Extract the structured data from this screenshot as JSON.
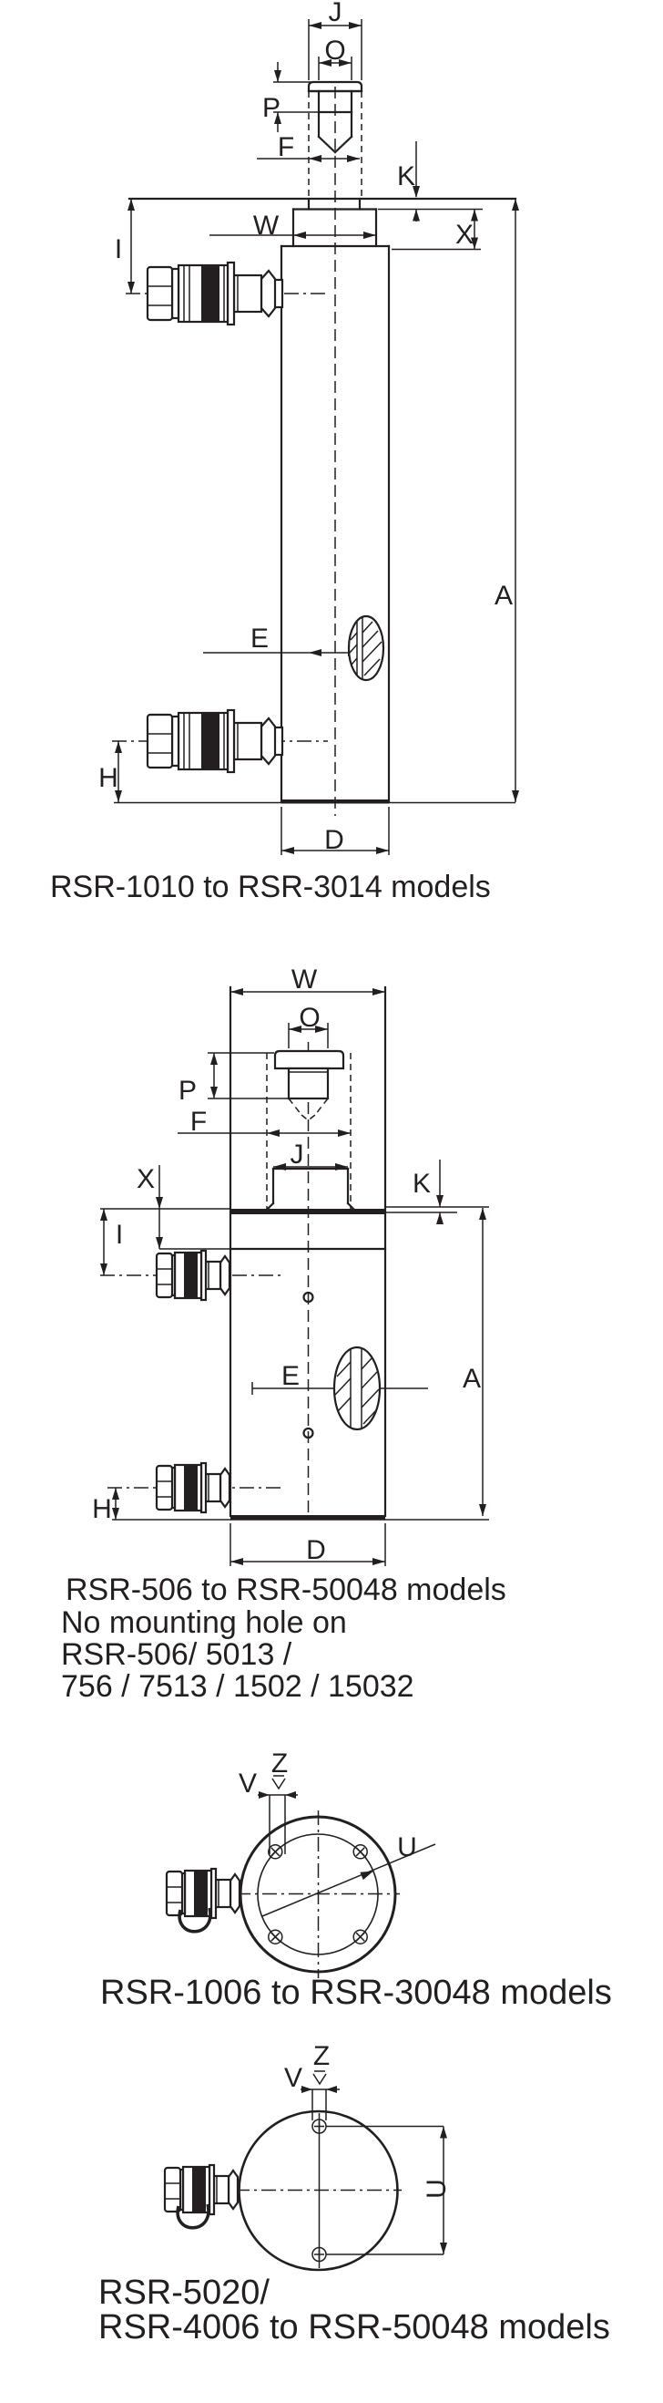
{
  "page": {
    "title": "Hydraulic cylinder dimension drawings",
    "background_color": "#ffffff",
    "line_color": "#231f20"
  },
  "drawings": [
    {
      "name": "side-view-tall-cylinder",
      "caption": "RSR-1010 to RSR-3014 models",
      "labels": {
        "J": "J",
        "O": "O",
        "P": "P",
        "F": "F",
        "K": "K",
        "W": "W",
        "X": "X",
        "I": "I",
        "A": "A",
        "E": "E",
        "H": "H",
        "D": "D"
      }
    },
    {
      "name": "side-view-squat-cylinder",
      "caption_lines": [
        "RSR-506 to RSR-50048 models",
        "No mounting hole on",
        "RSR-506/ 5013 /",
        "756 / 7513 / 1502 / 15032"
      ],
      "labels": {
        "W": "W",
        "O": "O",
        "P": "P",
        "F": "F",
        "J": "J",
        "X": "X",
        "K": "K",
        "I": "I",
        "E": "E",
        "A": "A",
        "H": "H",
        "D": "D"
      }
    },
    {
      "name": "top-view-four-bolt-holes",
      "caption": "RSR-1006 to RSR-30048 models",
      "labels": {
        "Z": "Z",
        "V": "V",
        "U": "U"
      }
    },
    {
      "name": "top-view-two-bolt-holes",
      "caption_lines": [
        "RSR-5020/",
        "RSR-4006 to RSR-50048 models"
      ],
      "labels": {
        "Z": "Z",
        "V": "V",
        "U": "U"
      }
    }
  ]
}
